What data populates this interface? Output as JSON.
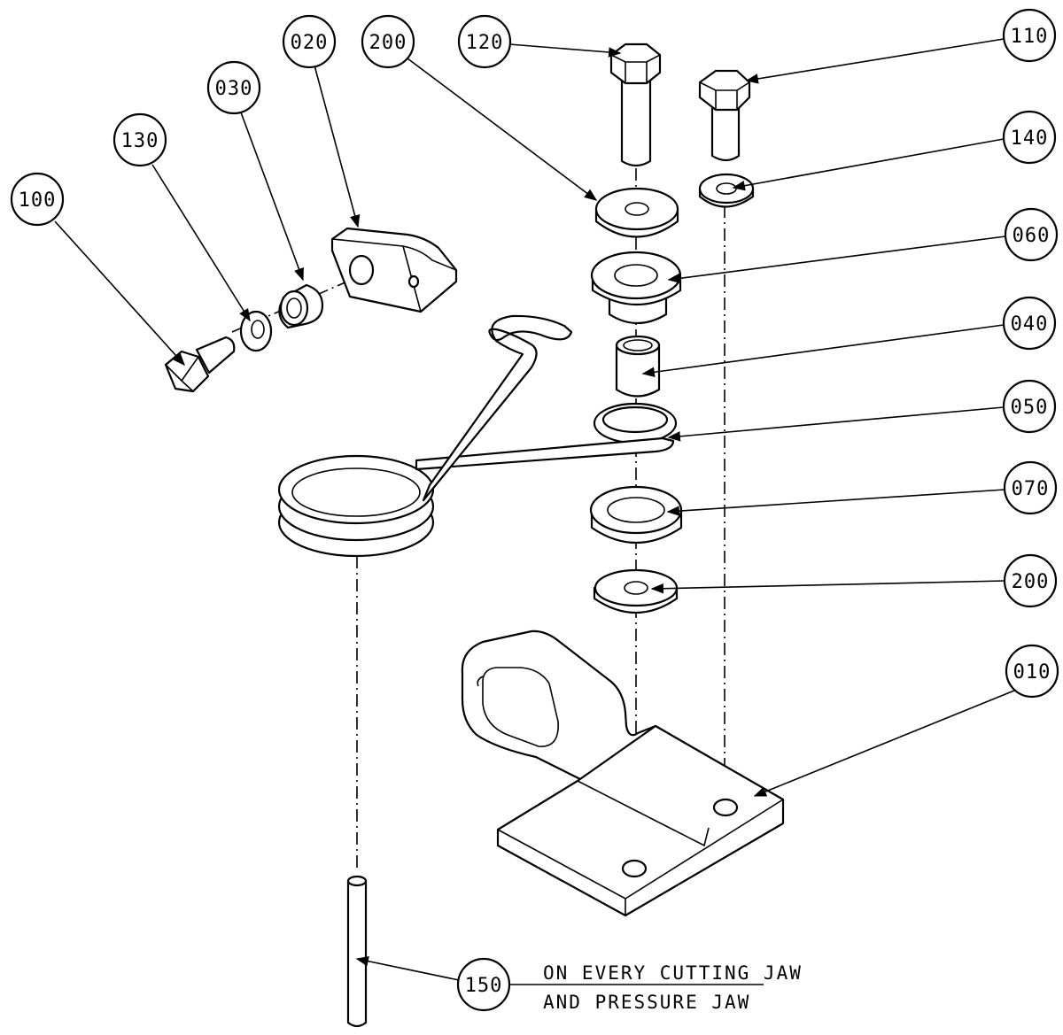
{
  "note": {
    "line1": "ON EVERY CUTTING JAW",
    "line2": "AND PRESSURE JAW"
  },
  "balloons": {
    "b020": "020",
    "b200_top": "200",
    "b120": "120",
    "b110": "110",
    "b030": "030",
    "b130": "130",
    "b100": "100",
    "b140": "140",
    "b060": "060",
    "b040": "040",
    "b050": "050",
    "b070": "070",
    "b200_bottom": "200",
    "b010": "010",
    "b150": "150"
  }
}
